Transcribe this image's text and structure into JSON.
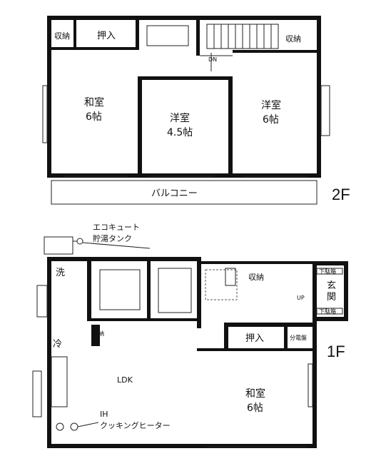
{
  "plan": {
    "floor2": {
      "label": "2F",
      "rooms": {
        "closet_left": "収納",
        "oshiire_top": "押入",
        "dn": "DN",
        "closet_right": "収納",
        "washitsu_name": "和室",
        "washitsu_size": "6帖",
        "yoshitsu_a_name": "洋室",
        "yoshitsu_a_size": "4.5帖",
        "yoshitsu_b_name": "洋室",
        "yoshitsu_b_size": "6帖",
        "balcony": "バルコニー"
      }
    },
    "floor1": {
      "label": "1F",
      "equipment": {
        "ecocute_line1": "エコキュート",
        "ecocute_line2": "貯湯タンク",
        "ih_line1": "IH",
        "ih_line2": "クッキングヒーター"
      },
      "rooms": {
        "wash": "洗",
        "fridge": "冷",
        "storage_small": "収納",
        "closet": "収納",
        "up": "UP",
        "genkan_line1": "玄",
        "genkan_line2": "関",
        "shoe_top": "下駄箱",
        "shoe_bottom": "下駄箱",
        "oshiire": "押入",
        "dist_board": "分電盤",
        "ldk": "LDK",
        "washitsu_name": "和室",
        "washitsu_size": "6帖"
      }
    }
  }
}
